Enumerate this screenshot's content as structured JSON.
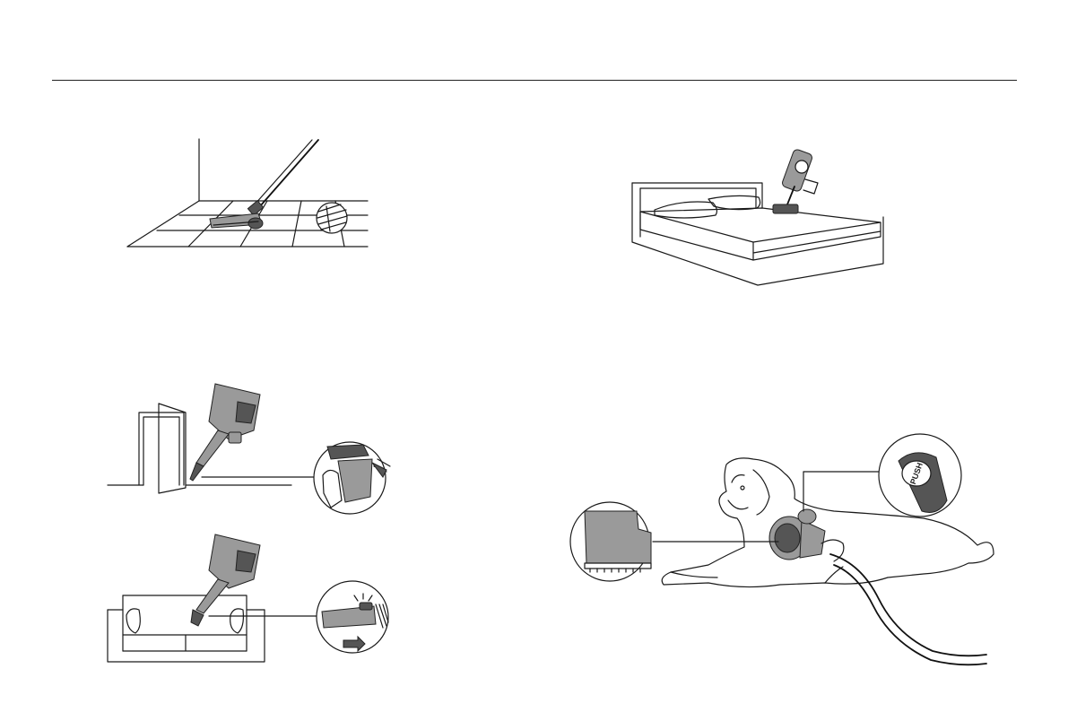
{
  "page": {
    "illustrations": [
      {
        "id": "floor",
        "icon": "vacuum-floor-tiles"
      },
      {
        "id": "bed",
        "icon": "vacuum-mattress-bed"
      },
      {
        "id": "door",
        "icon": "vacuum-crevice-doorframe"
      },
      {
        "id": "sofa",
        "icon": "vacuum-brush-sofa"
      },
      {
        "id": "dog",
        "icon": "vacuum-pet-grooming"
      }
    ]
  },
  "labels": {
    "push_button": "PUSH"
  },
  "colors": {
    "line": "#1a1a1a",
    "device_gray": "#9a9a9a",
    "device_dark": "#555555",
    "background": "#ffffff"
  }
}
